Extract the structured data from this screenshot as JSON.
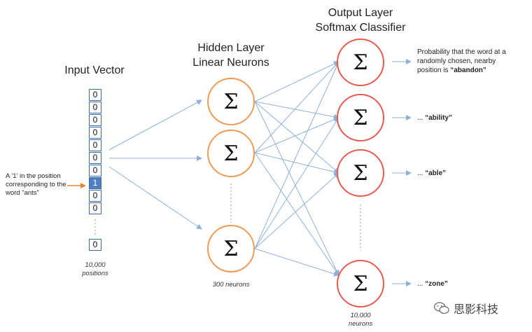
{
  "titles": {
    "input": "Input Vector",
    "hidden_line1": "Hidden Layer",
    "hidden_line2": "Linear Neurons",
    "output_line1": "Output Layer",
    "output_line2": "Softmax Classifier"
  },
  "input_vector": {
    "cells": [
      "0",
      "0",
      "0",
      "0",
      "0",
      "0",
      "0",
      "1",
      "0",
      "0"
    ],
    "last_cell": "0",
    "active_index": 7,
    "annotation": [
      "A '1' in the position",
      "corresponding to the",
      "word \"ants\""
    ],
    "caption_line1": "10,000",
    "caption_line2": "positions"
  },
  "hidden_layer": {
    "symbol": "Σ",
    "caption": "300 neurons"
  },
  "output_layer": {
    "symbol": "Σ",
    "caption_line1": "10,000",
    "caption_line2": "neurons",
    "labels": [
      {
        "prefix": "Probability that the word at a\nrandomly chosen, nearby\nposition is ",
        "word": "“abandon”"
      },
      {
        "prefix": "... ",
        "word": "“ability”"
      },
      {
        "prefix": "... ",
        "word": "“able”"
      },
      {
        "prefix": "... ",
        "word": "“zone”"
      }
    ]
  },
  "watermark": "思影科技",
  "colors": {
    "arrow": "#8fb1d9",
    "active_cell": "#4f7fbf",
    "annotation_arrow": "#e8832e",
    "hidden_border": "#ef9a55",
    "output_border": "#e55a50"
  }
}
